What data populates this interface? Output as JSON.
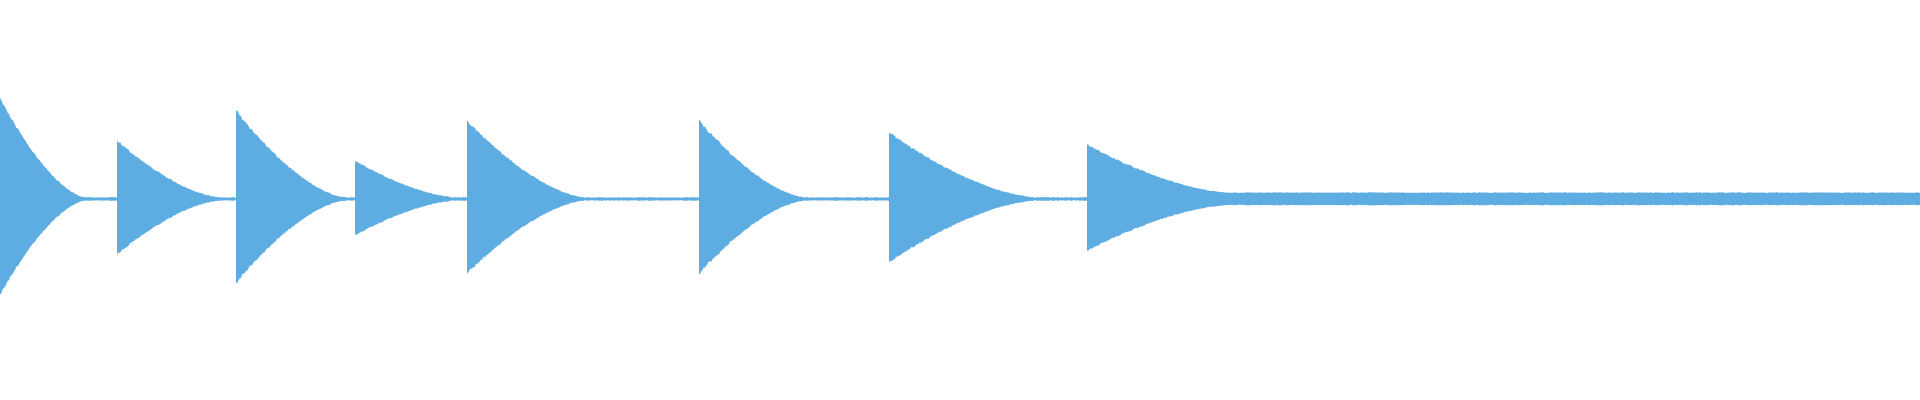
{
  "waveform": {
    "color": "#5dade2",
    "background": "#ffffff",
    "segments": [
      {
        "name": "onset-1",
        "onset": 0.0,
        "decay_end": 0.045,
        "peak": 0.5,
        "floor": 0.006
      },
      {
        "name": "onset-2",
        "onset": 0.061,
        "decay_end": 0.115,
        "peak": 0.29,
        "floor": 0.006
      },
      {
        "name": "onset-3",
        "onset": 0.123,
        "decay_end": 0.18,
        "peak": 0.44,
        "floor": 0.006
      },
      {
        "name": "onset-4",
        "onset": 0.185,
        "decay_end": 0.238,
        "peak": 0.19,
        "floor": 0.006
      },
      {
        "name": "onset-5",
        "onset": 0.243,
        "decay_end": 0.305,
        "peak": 0.39,
        "floor": 0.006
      },
      {
        "name": "onset-6",
        "onset": 0.364,
        "decay_end": 0.42,
        "peak": 0.39,
        "floor": 0.006
      },
      {
        "name": "onset-7",
        "onset": 0.463,
        "decay_end": 0.54,
        "peak": 0.33,
        "floor": 0.006
      },
      {
        "name": "onset-8",
        "onset": 0.566,
        "decay_end": 0.64,
        "peak": 0.27,
        "floor": 0.03
      }
    ]
  }
}
